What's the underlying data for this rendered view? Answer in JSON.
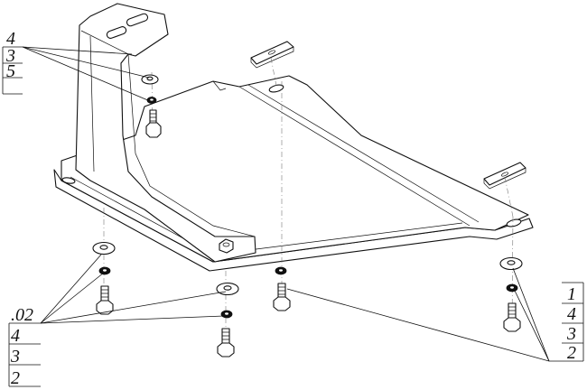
{
  "callouts": {
    "top_left": [
      "4",
      "3",
      "5"
    ],
    "bottom_left": [
      ".02",
      "4",
      "3",
      "2"
    ],
    "bottom_right": [
      "1",
      "4",
      "3",
      "2"
    ]
  },
  "parts": [
    "skid-plate",
    "vertical-bracket",
    "mounting-strip-left",
    "mounting-strip-right",
    "bolt",
    "flat-washer",
    "lock-washer",
    "nut"
  ],
  "style": {
    "line_color": "#111111",
    "background": "#ffffff"
  }
}
